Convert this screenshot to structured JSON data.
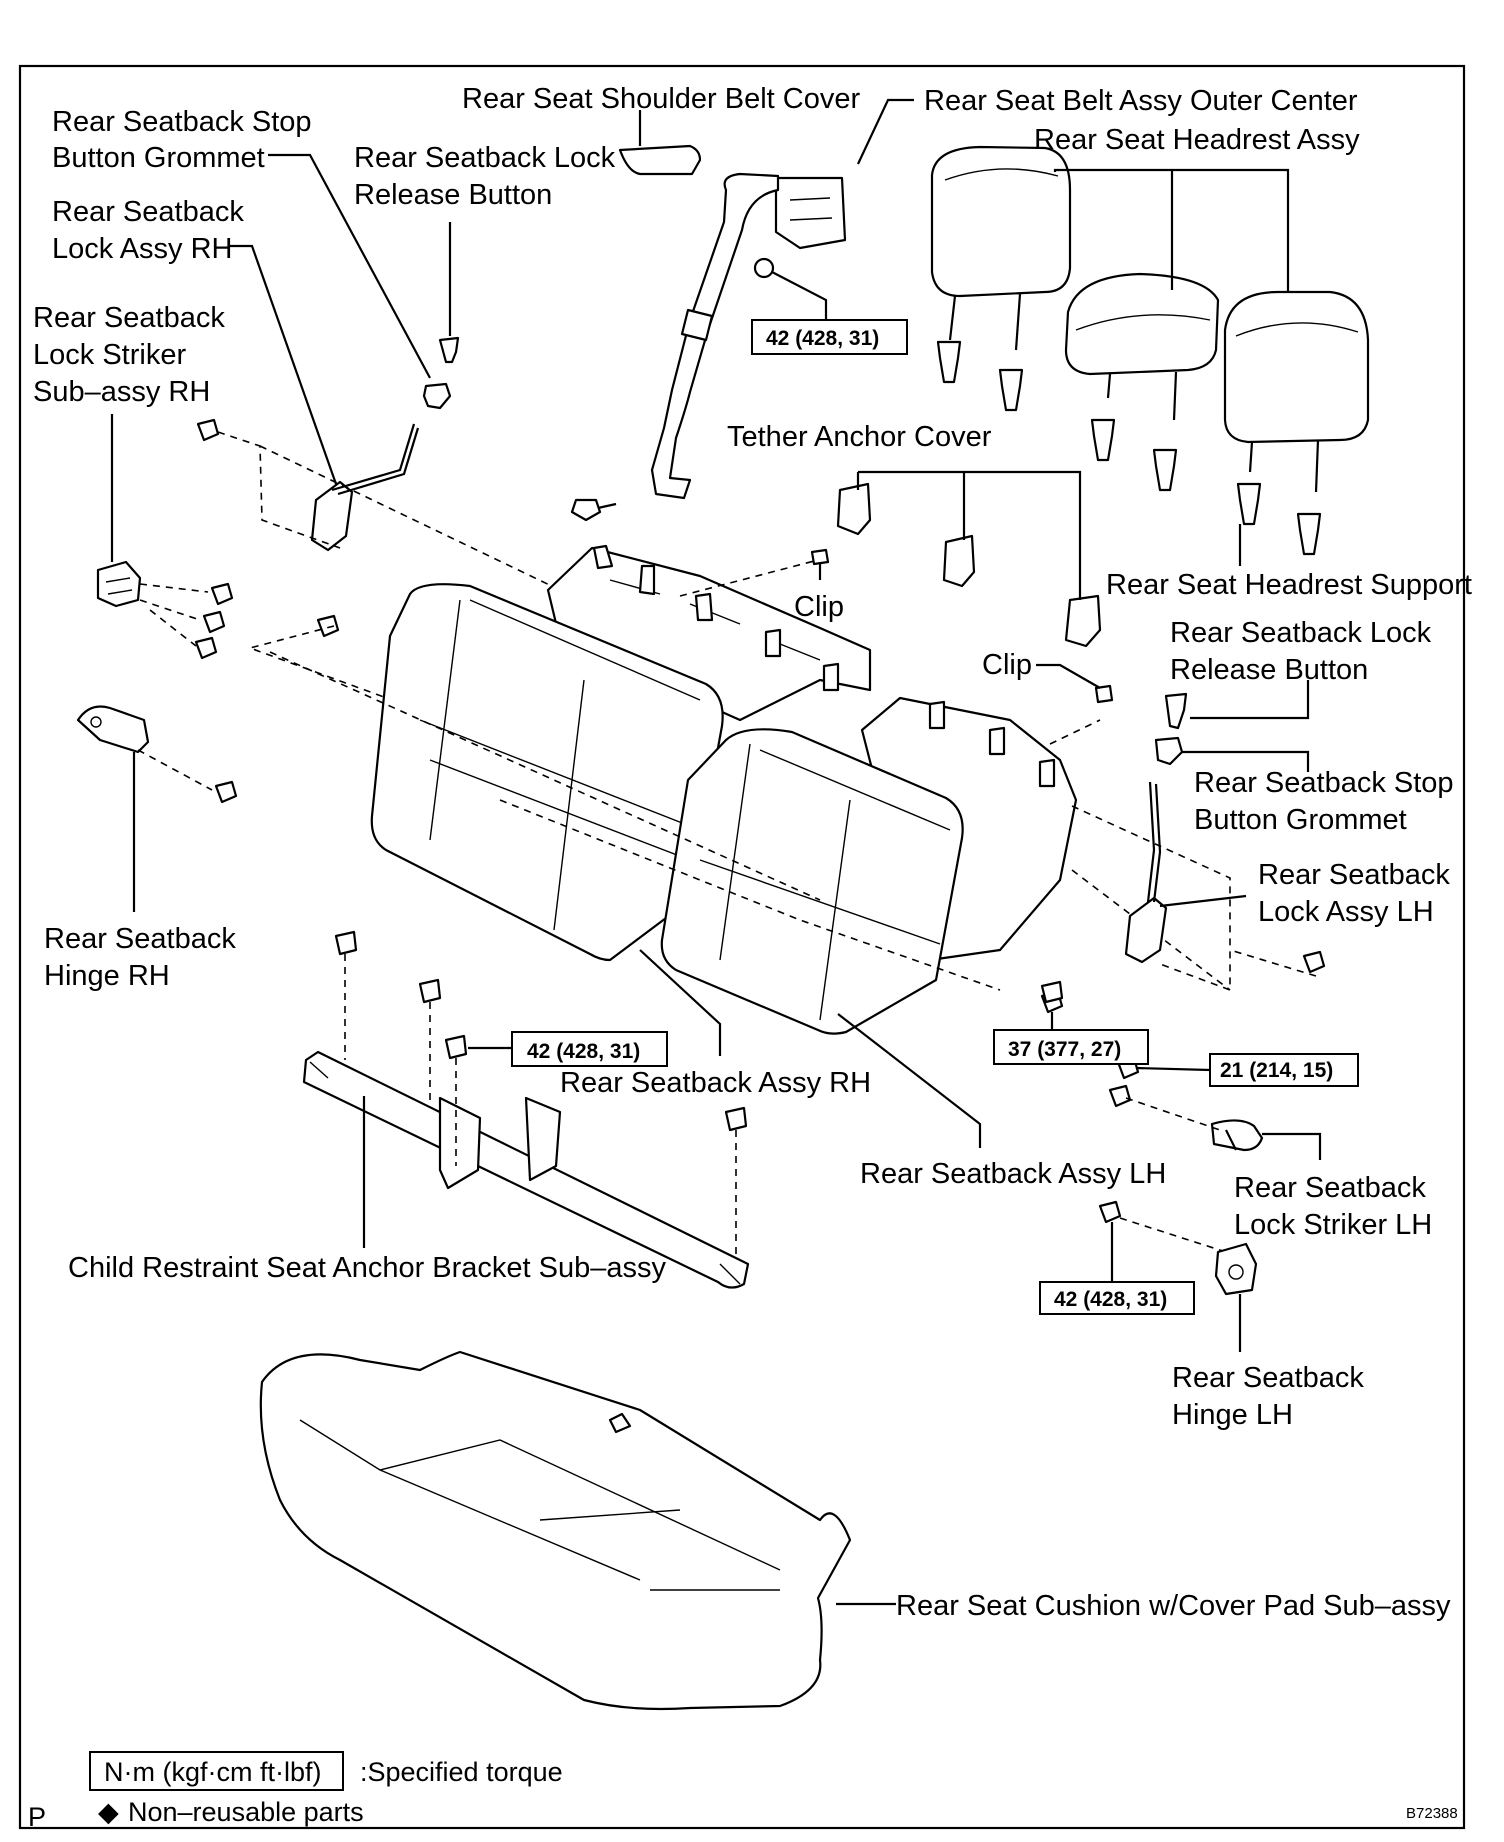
{
  "labels": {
    "shoulder_belt_cover": "Rear Seat Shoulder Belt Cover",
    "belt_outer_center": "Rear Seat Belt Assy Outer Center",
    "headrest_assy": "Rear Seat Headrest Assy",
    "stop_grommet_rh_1": "Rear Seatback Stop",
    "stop_grommet_rh_2": "Button Grommet",
    "lock_release_rh_1": "Rear Seatback Lock",
    "lock_release_rh_2": "Release Button",
    "lock_assy_rh_1": "Rear Seatback",
    "lock_assy_rh_2": "Lock Assy RH",
    "striker_rh_1": "Rear Seatback",
    "striker_rh_2": "Lock Striker",
    "striker_rh_3": "Sub–assy RH",
    "tether_anchor_cover": "Tether Anchor Cover",
    "headrest_support": "Rear Seat Headrest Support",
    "clip_1": "Clip",
    "clip_2": "Clip",
    "lock_release_lh_1": "Rear Seatback Lock",
    "lock_release_lh_2": "Release Button",
    "stop_grommet_lh_1": "Rear Seatback Stop",
    "stop_grommet_lh_2": "Button Grommet",
    "lock_assy_lh_1": "Rear Seatback",
    "lock_assy_lh_2": "Lock Assy LH",
    "hinge_rh_1": "Rear  Seatback",
    "hinge_rh_2": "Hinge RH",
    "seatback_rh": "Rear Seatback Assy RH",
    "seatback_lh": "Rear Seatback Assy LH",
    "striker_lh_1": "Rear Seatback",
    "striker_lh_2": "Lock Striker LH",
    "child_anchor": "Child Restraint Seat Anchor Bracket Sub–assy",
    "hinge_lh_1": "Rear Seatback",
    "hinge_lh_2": "Hinge LH",
    "cushion": "Rear Seat Cushion w/Cover Pad Sub–assy"
  },
  "torques": {
    "belt_bolt": "42 (428, 31)",
    "anchor_bolt": "42 (428, 31)",
    "seatback_bolt": "37 (377, 27)",
    "striker_bolt": "21 (214, 15)",
    "hinge_lh_bolt": "42 (428, 31)"
  },
  "legend": {
    "torque_unit": "N·m (kgf·cm ft·lbf)",
    "torque_desc": ":Specified torque",
    "nonreusable_symbol": "◆",
    "nonreusable_desc": "Non–reusable parts"
  },
  "corner_letter": "P",
  "figure_id": "B72388"
}
